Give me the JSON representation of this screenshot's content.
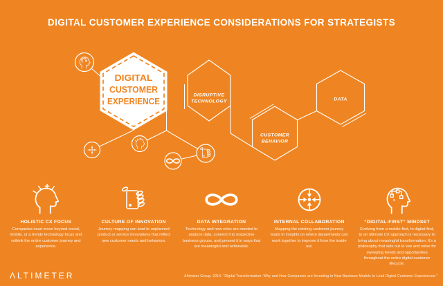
{
  "title": "DIGITAL CUSTOMER EXPERIENCE CONSIDERATIONS FOR STRATEGISTS",
  "colors": {
    "background": "#EF8522",
    "foreground": "#FFFFFF"
  },
  "diagram": {
    "center_hexagon": {
      "line1": "DIGITAL",
      "line2": "CUSTOMER",
      "line3": "EXPERIENCE"
    },
    "disruptive_hexagon": {
      "line1": "DISRUPTIVE",
      "line2": "TECHNOLOGY"
    },
    "behavior_hexagon": {
      "line1": "CUSTOMER",
      "line2": "BEHAVIOR"
    },
    "data_hexagon": {
      "line1": "DATA"
    },
    "circle_icons": [
      "digital-mindset-head-icon",
      "internal-collaboration-icon",
      "holistic-cx-head-icon",
      "infinity-icon",
      "innovation-notes-icon"
    ]
  },
  "sections": [
    {
      "title": "HOLISTIC CX FOCUS",
      "icon": "holistic-cx-head-icon",
      "body": "Companies must move beyond social, mobile, or a trendy technology focus and rethink the entire customer journey and experience."
    },
    {
      "title": "CULTURE OF INNOVATION",
      "icon": "innovation-notes-icon",
      "body": "Journey mapping can lead to unplanned product or service innovations that reflect new customer needs and behaviors."
    },
    {
      "title": "DATA INTEGRATION",
      "icon": "infinity-icon",
      "body": "Technology and new roles are needed to analyze data, connect it to respective business groups, and present it in ways that are meaningful and actionable."
    },
    {
      "title": "INTERNAL COLLABORATION",
      "icon": "internal-collaboration-icon",
      "body": "Mapping the existing customer journey leads to insights on where departments can work together to improve it from the inside out."
    },
    {
      "title": "“DIGITAL-FIRST” MINDSET",
      "icon": "digital-mindset-head-icon",
      "body": "Evolving from a mobile-first, to digital-first, to an ultimate CX approach is necessary to bring about meaningful transformation. It’s a philosophy that sets out to see and solve for sweeping trends and opportunities throughout the entire digital customer lifecycle."
    }
  ],
  "footer": {
    "logo": "ΛLTIMETER",
    "citation": "Altimeter Group, 2014. “Digital Transformation: Why and How Companies are Investing in New Business Models to Lead Digital Customer Experiences.”"
  }
}
